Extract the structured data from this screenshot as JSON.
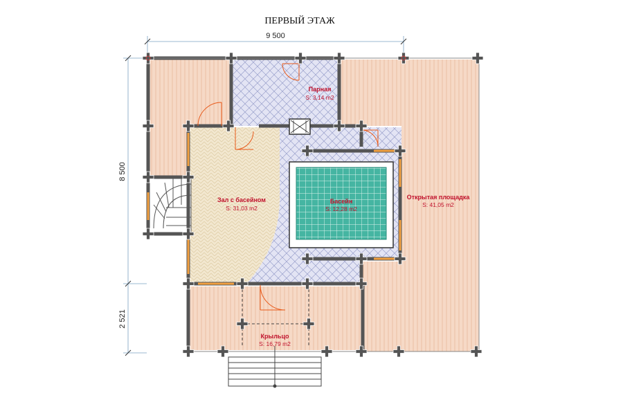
{
  "title": "ПЕРВЫЙ ЭТАЖ",
  "dimensions": {
    "width": "9 500",
    "height_main": "8 500",
    "height_porch": "2 521"
  },
  "rooms": {
    "steam_room": {
      "name": "Парная",
      "area": "S: 3,14 m2"
    },
    "pool_hall": {
      "name": "Зал с басейном",
      "area": "S: 31,03 m2"
    },
    "pool": {
      "name": "Басейн",
      "area": "S: 12,28 m2"
    },
    "open_terrace": {
      "name": "Открытая площадка",
      "area": "S: 41,05 m2"
    },
    "porch": {
      "name": "Крыльцо",
      "area": "S: 16,79 m2"
    }
  },
  "colors": {
    "deck": "#f6d9c6",
    "deck_line": "#e8b89c",
    "parquet": "#f2e7cf",
    "tile": "#e3e4f4",
    "tile_line": "#9aa0cc",
    "pool_water": "#45b5a2",
    "wall": "#555555",
    "door": "#e85a1a",
    "room_label": "#c0122c"
  }
}
